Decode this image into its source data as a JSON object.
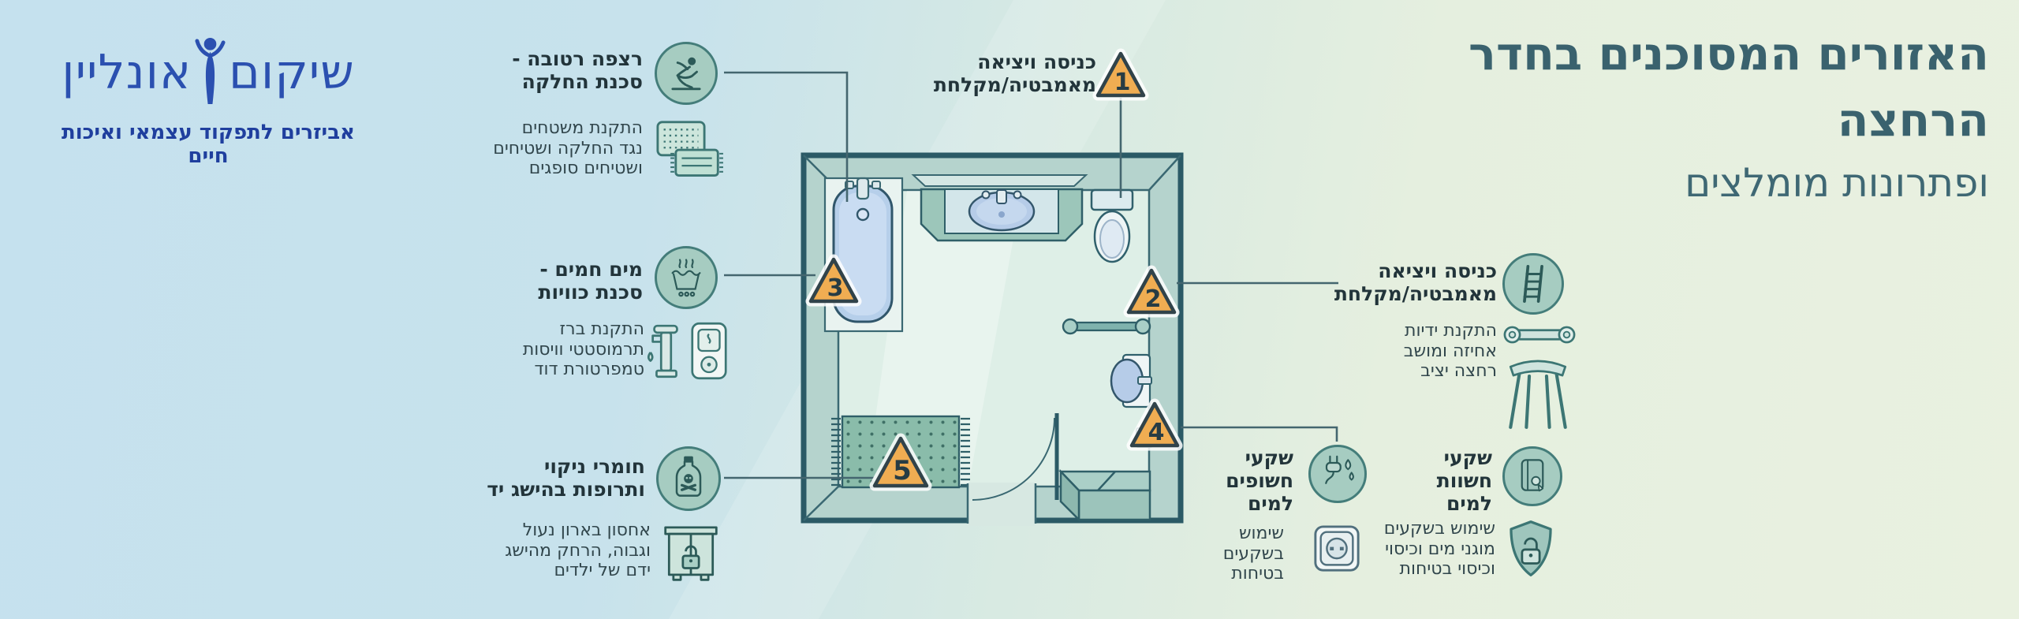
{
  "brand": {
    "name_right": "שיקום",
    "name_left": "אונליין",
    "tagline": "אביזרים לתפקוד עצמאי ואיכות חיים"
  },
  "header": {
    "title_line1": "האזורים המסוכנים בחדר",
    "title_line2": "הרחצה",
    "subtitle": "ופתרונות מומלצים"
  },
  "plan": {
    "label_line1": "כניסה ויציאה",
    "label_line2": "מאמבטיה/מקלחת",
    "markers": [
      {
        "number": "1"
      },
      {
        "number": "2"
      },
      {
        "number": "3"
      },
      {
        "number": "4"
      },
      {
        "number": "5"
      }
    ]
  },
  "callouts": [
    {
      "id": "wet-floor",
      "icon": "slip-person-icon",
      "title_lines": [
        "רצפה רטובה -",
        "סכנת החלקה"
      ],
      "body_lines": [
        "התקנת משטחים",
        "נגד החלקה ושטיחים",
        "ושטיחים סופגים"
      ]
    },
    {
      "id": "hot-water",
      "icon": "hot-water-icon",
      "title_lines": [
        "מים חמים -",
        "סכנת כוויות"
      ],
      "body_lines": [
        "התקנת ברז",
        "תרמוסטטי וויסות",
        "טמפרטורת דוד"
      ]
    },
    {
      "id": "cleaning-supplies",
      "icon": "poison-bottle-icon",
      "title_lines": [
        "חומרי ניקוי",
        "ותרופות בהישג יד"
      ],
      "body_lines": [
        "אחסון בארון נעול",
        "וגבוה, הרחק מהישג",
        "ידם של ילדים"
      ]
    },
    {
      "id": "bath-entry-exit",
      "icon": "ladder-icon",
      "title_lines": [
        "כניסה ויציאה",
        "מאמבטיה/מקלחת"
      ],
      "body_lines": [
        "התקנת ידיות",
        "אחיזה ומושב",
        "רחצה יציב"
      ]
    },
    {
      "id": "sockets-exposed-to-water",
      "icon": "plug-water-drops-icon",
      "title_lines": [
        "שקעי",
        "חשופים",
        "למים"
      ],
      "body_lines": [
        "שימוש",
        "בשקעים",
        "בטיחות"
      ]
    },
    {
      "id": "appliances-exposed-to-water",
      "icon": "water-heater-icon",
      "title_lines": [
        "שקעי",
        "חשוות",
        "למים"
      ],
      "body_lines": [
        "שימוש בשקעים",
        "מוגני מים וכיסוי",
        "וכיסוי בטיחות"
      ]
    }
  ],
  "colors": {
    "accent_warning": "#f0ad52",
    "teal_dark": "#3a626e",
    "logo_blue": "#2b50b0",
    "icon_circle_teal": "#a6ccc1",
    "background_left": "#c5e1ee",
    "background_right": "#e9f1e0"
  }
}
